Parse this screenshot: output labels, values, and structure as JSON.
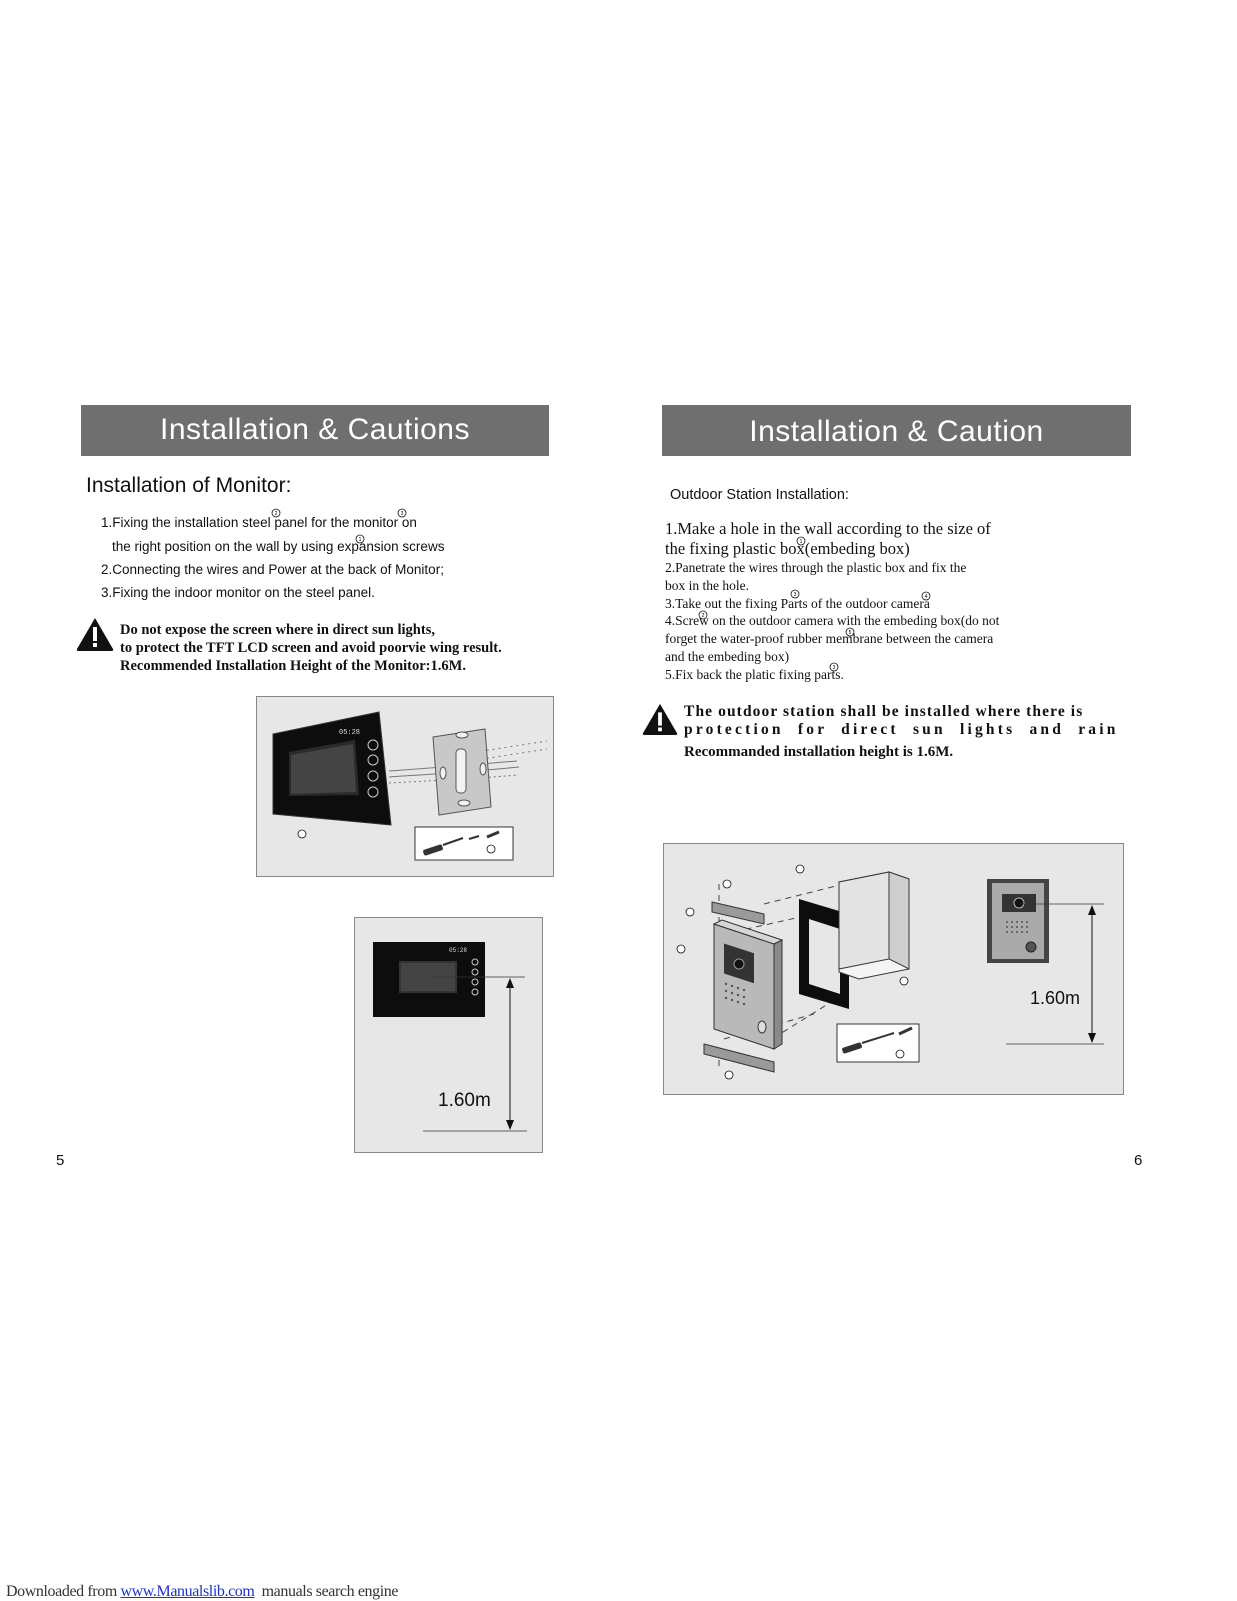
{
  "left_page": {
    "banner_title": "Installation & Cautions",
    "section_heading": "Installation of Monitor:",
    "steps": [
      "1.Fixing the installation steel panel for the monitor on",
      "the right position on the wall by using expansion screws",
      "2.Connecting the wires and Power at the back of Monitor;",
      "3.Fixing the  indoor monitor on the steel panel."
    ],
    "warning_lines": [
      "Do not expose the screen where in direct sun lights,",
      "to protect the TFT LCD screen and avoid poorvie wing result.",
      "Recommended  Installation Height of the Monitor:1.6M."
    ],
    "monitor_clock": "05:28",
    "height_label": "1.60m",
    "page_number": "5"
  },
  "right_page": {
    "banner_title": "Installation & Caution",
    "section_heading": "Outdoor Station Installation:",
    "steps": [
      "1.Make a hole in the wall according to the size of",
      "the fixing plastic box(embeding box)",
      "2.Panetrate the wires through the plastic box and fix the",
      " box in the hole.",
      "3.Take out the fixing Parts of the outdoor camera",
      "4.Screw on the outdoor camera with the embeding box(do not",
      "forget the water-proof rubber membrane between the camera",
      " and the embeding box)",
      "5.Fix back the platic fixing parts."
    ],
    "warning_lines": [
      "The outdoor station shall be installed where there is",
      "protection  for  direct  sun  lights  and  rain",
      "Recommanded installation height is 1.6M."
    ],
    "height_label": "1.60m",
    "page_number": "6"
  },
  "footer": {
    "prefix": "Downloaded from ",
    "link_text": "www.Manualslib.com",
    "suffix": "  manuals search engine"
  },
  "icons": [
    "warning-triangle-icon",
    "screwdriver-icon",
    "screw-icon"
  ]
}
